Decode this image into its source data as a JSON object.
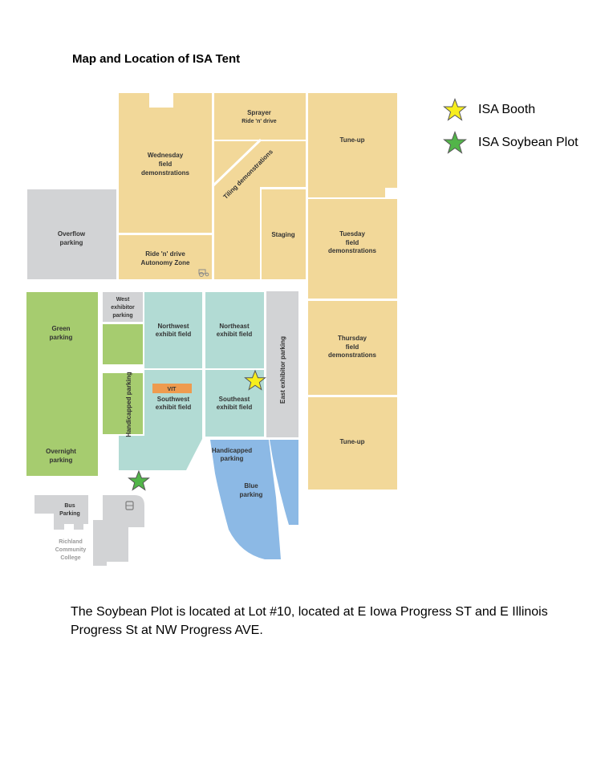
{
  "title": "Map and Location of ISA Tent",
  "legend": [
    {
      "label": "ISA Booth",
      "color": "#f7ee1d",
      "icon": "yellow-star-icon"
    },
    {
      "label": "ISA Soybean Plot",
      "color": "#52b549",
      "icon": "green-star-icon"
    }
  ],
  "map": {
    "colors": {
      "field": "#f2d899",
      "parking": "#d2d3d5",
      "green": "#a6cc6f",
      "exhibit": "#b2dbd4",
      "blue": "#8cb9e5",
      "vit": "#ee9b4f"
    },
    "areas": {
      "wednesday": [
        "Wednesday",
        "field",
        "demonstrations"
      ],
      "sprayer": "Sprayer",
      "ride_drive": "Ride 'n' drive",
      "tuneup_top": "Tune-up",
      "tiling": "Tiling demonstrations",
      "overflow": [
        "Overflow",
        "parking"
      ],
      "autonomy": [
        "Ride 'n' drive",
        "Autonomy Zone"
      ],
      "staging": "Staging",
      "tuesday": [
        "Tuesday",
        "field",
        "demonstrations"
      ],
      "west_exhibitor": [
        "West",
        "exhibitor",
        "parking"
      ],
      "northwest": [
        "Northwest",
        "exhibit field"
      ],
      "northeast": [
        "Northeast",
        "exhibit field"
      ],
      "east_exhibitor": "East exhibitor parking",
      "thursday": [
        "Thursday",
        "field",
        "demonstrations"
      ],
      "green_parking": [
        "Green",
        "parking"
      ],
      "handicapped_west": "Handicapped parking",
      "vit": "VIT",
      "southwest": [
        "Southwest",
        "exhibit field"
      ],
      "southeast": [
        "Southeast",
        "exhibit field"
      ],
      "overnight": [
        "Overnight",
        "parking"
      ],
      "tuneup_bottom": "Tune-up",
      "handicapped_blue": [
        "Handicapped",
        "parking"
      ],
      "blue_parking": [
        "Blue",
        "parking"
      ],
      "bus": [
        "Bus",
        "Parking"
      ],
      "college": [
        "Richland",
        "Community",
        "College"
      ]
    }
  },
  "caption": "The Soybean Plot is located at Lot #10, located at E Iowa Progress ST and E Illinois Progress St at NW Progress AVE."
}
